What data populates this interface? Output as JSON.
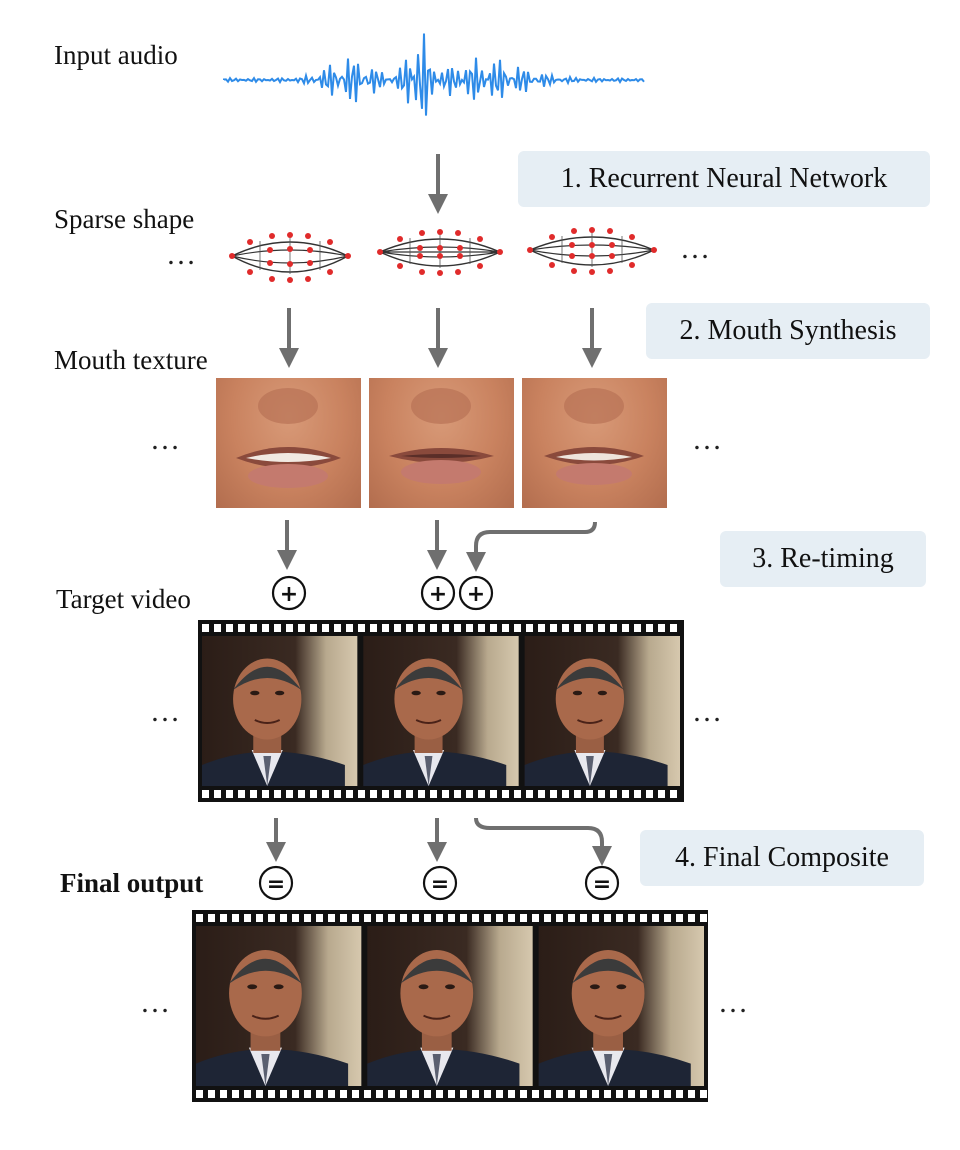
{
  "labels": {
    "input_audio": "Input audio",
    "sparse_shape": "Sparse shape",
    "mouth_texture": "Mouth texture",
    "target_video": "Target video",
    "final_output": "Final output"
  },
  "steps": {
    "rnn": "1. Recurrent Neural Network",
    "mouth_synthesis": "2. Mouth Synthesis",
    "retiming": "3. Re-timing",
    "final_composite": "4. Final Composite"
  },
  "ellipsis": "…",
  "colors": {
    "waveform": "#2e8be8",
    "arrow": "#6f6f6f",
    "step_box": "#e6eef4",
    "landmark": "#e02b2b"
  },
  "symbols": {
    "plus": "+",
    "equals": "="
  }
}
